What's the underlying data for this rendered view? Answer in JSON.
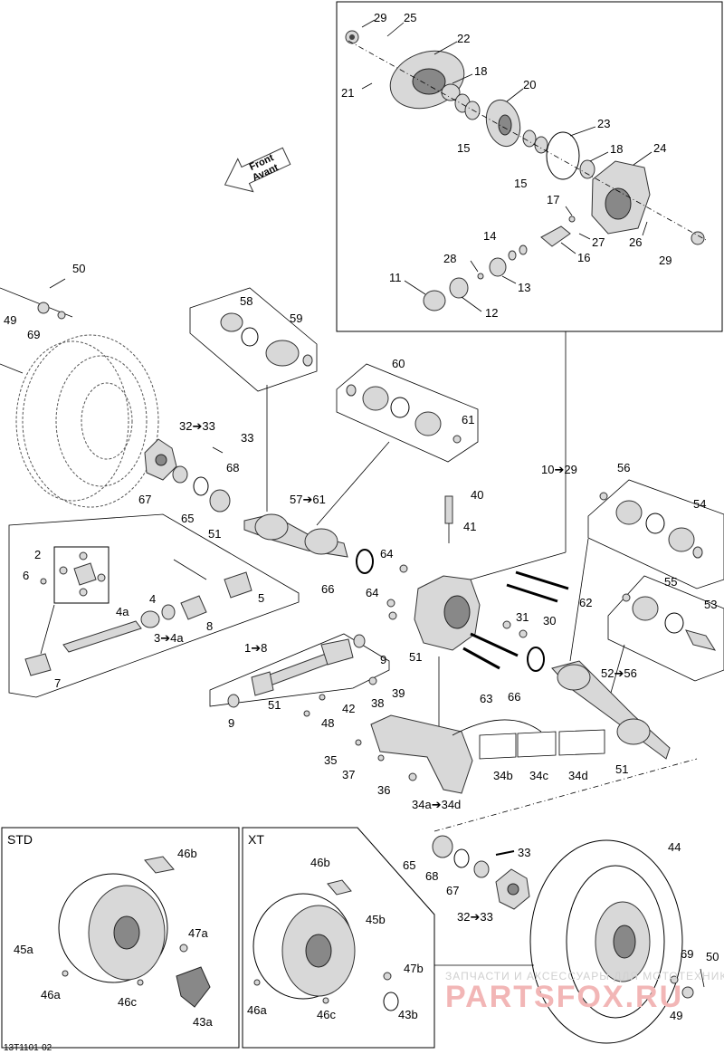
{
  "labels": {
    "l1_8": "1➔8",
    "l2": "2",
    "l3_4a": "3➔4a",
    "l4": "4",
    "l4a": "4a",
    "l5": "5",
    "l6": "6",
    "l7": "7",
    "l8": "8",
    "l9a": "9",
    "l9b": "9",
    "l10_29": "10➔29",
    "l11": "11",
    "l12": "12",
    "l13": "13",
    "l14": "14",
    "l15a": "15",
    "l15b": "15",
    "l16": "16",
    "l17": "17",
    "l18a": "18",
    "l18b": "18",
    "l20": "20",
    "l21": "21",
    "l22": "22",
    "l23": "23",
    "l24": "24",
    "l25": "25",
    "l26": "26",
    "l27": "27",
    "l28": "28",
    "l29a": "29",
    "l29b": "29",
    "l30": "30",
    "l31": "31",
    "l32_33a": "32➔33",
    "l32_33b": "32➔33",
    "l33a": "33",
    "l33b": "33",
    "l34a_34d": "34a➔34d",
    "l34b": "34b",
    "l34c": "34c",
    "l34d": "34d",
    "l35": "35",
    "l36": "36",
    "l37": "37",
    "l38": "38",
    "l39": "39",
    "l40": "40",
    "l41": "41",
    "l42": "42",
    "l43a": "43a",
    "l43b": "43b",
    "l44": "44",
    "l45a": "45a",
    "l45b": "45b",
    "l46a1": "46a",
    "l46a2": "46a",
    "l46b1": "46b",
    "l46b2": "46b",
    "l46c1": "46c",
    "l46c2": "46c",
    "l47a": "47a",
    "l47b": "47b",
    "l48": "48",
    "l49a": "49",
    "l49b": "49",
    "l50a": "50",
    "l50b": "50",
    "l51a": "51",
    "l51b": "51",
    "l51c": "51",
    "l51d": "51",
    "l52_56": "52➔56",
    "l53": "53",
    "l54": "54",
    "l55": "55",
    "l56": "56",
    "l57_61": "57➔61",
    "l58": "58",
    "l59": "59",
    "l60": "60",
    "l61": "61",
    "l62": "62",
    "l63": "63",
    "l64a": "64",
    "l64b": "64",
    "l65a": "65",
    "l65b": "65",
    "l66a": "66",
    "l66b": "66",
    "l67a": "67",
    "l67b": "67",
    "l68a": "68",
    "l68b": "68",
    "l69a": "69",
    "l69b": "69"
  },
  "boxes": {
    "std": "STD",
    "xt": "XT"
  },
  "arrow": {
    "line1": "Front",
    "line2": "Avant"
  },
  "drawing_code": "13T1101-02",
  "watermark": {
    "line1": "ЗАПЧАСТИ И АКСЕССУАРЫ ДЛЯ МОТОТЕХНИКИ",
    "line2": "PARTSFOX.RU"
  },
  "colors": {
    "line": "#000000",
    "part_fill": "#d8d8d8",
    "watermark_red": "#f2b6b6"
  }
}
